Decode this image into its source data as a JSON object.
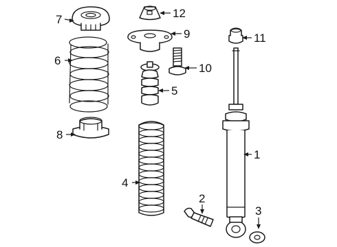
{
  "diagram": {
    "callouts": [
      {
        "id": "1",
        "label": "1"
      },
      {
        "id": "2",
        "label": "2"
      },
      {
        "id": "3",
        "label": "3"
      },
      {
        "id": "4",
        "label": "4"
      },
      {
        "id": "5",
        "label": "5"
      },
      {
        "id": "6",
        "label": "6"
      },
      {
        "id": "7",
        "label": "7"
      },
      {
        "id": "8",
        "label": "8"
      },
      {
        "id": "9",
        "label": "9"
      },
      {
        "id": "10",
        "label": "10"
      },
      {
        "id": "11",
        "label": "11"
      },
      {
        "id": "12",
        "label": "12"
      }
    ],
    "colors": {
      "line": "#1a1a1a",
      "background": "#ffffff"
    }
  }
}
